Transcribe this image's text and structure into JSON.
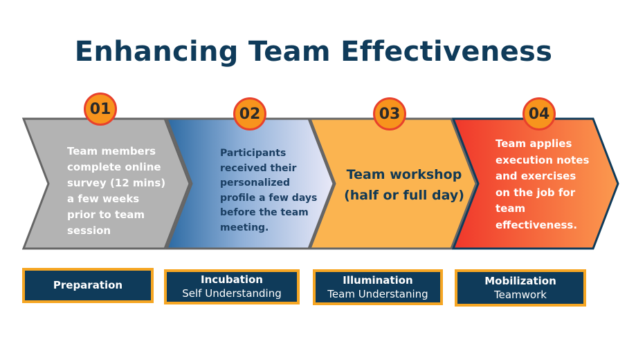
{
  "title": "Enhancing Team Effectiveness",
  "steps": [
    {
      "number": "01",
      "text": "Team members complete online survey (12 mins)  a few weeks prior to team session",
      "color": "#b3b3b3"
    },
    {
      "number": "02",
      "text": "Participants received their personalized profile a few days before the team meeting.",
      "color": "#3e78b4"
    },
    {
      "number": "03",
      "text": "Team workshop (half or full day)",
      "color": "#fbb450"
    },
    {
      "number": "04",
      "text": "Team applies execution notes and exercises on the job for team effectiveness.",
      "color": "#f2442e"
    }
  ],
  "stages": [
    {
      "name": "Preparation",
      "sub": ""
    },
    {
      "name": "Incubation",
      "sub": "Self Understanding"
    },
    {
      "name": "Illumination",
      "sub": "Team Understaning"
    },
    {
      "name": "Mobilization",
      "sub": "Teamwork"
    }
  ],
  "colors": {
    "title": "#0f3b5a",
    "badge_fill": "#f7941d",
    "badge_border": "#e8412c",
    "stage_fill": "#0f3b5a",
    "stage_border": "#f6a623"
  }
}
